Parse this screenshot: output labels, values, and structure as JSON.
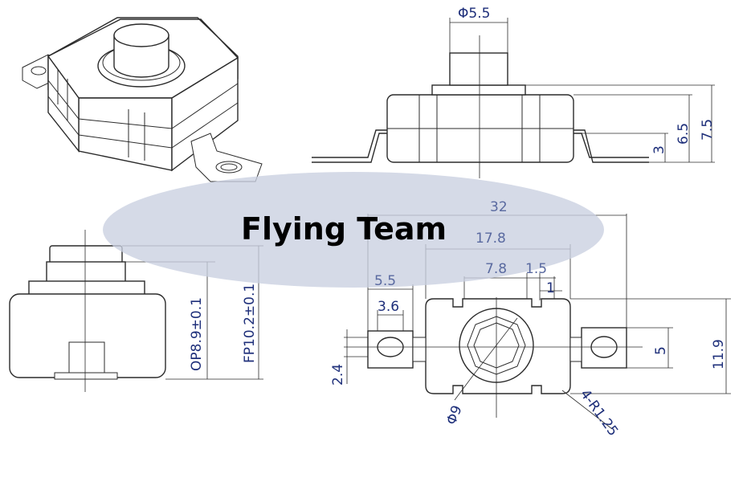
{
  "banner": {
    "text": "Flying Team"
  },
  "dimensions": {
    "button_diameter": "Φ5.5",
    "height_total": "7.5",
    "height_body": "6.5",
    "height_terminal": "3",
    "overall_length": "32",
    "body_length": "17.8",
    "half_body": "7.8",
    "notch_width": "1.5",
    "notch_depth": "1",
    "terminal_pitch": "5.5",
    "terminal_slot": "3.6",
    "terminal_offset": "2.4",
    "terminal_width": "5",
    "body_width": "11.9",
    "actuator_diameter": "Φ9",
    "corner_radius": "4-R1.25",
    "operating_position": "OP8.9±0.1",
    "free_position": "FP10.2±0.1"
  }
}
